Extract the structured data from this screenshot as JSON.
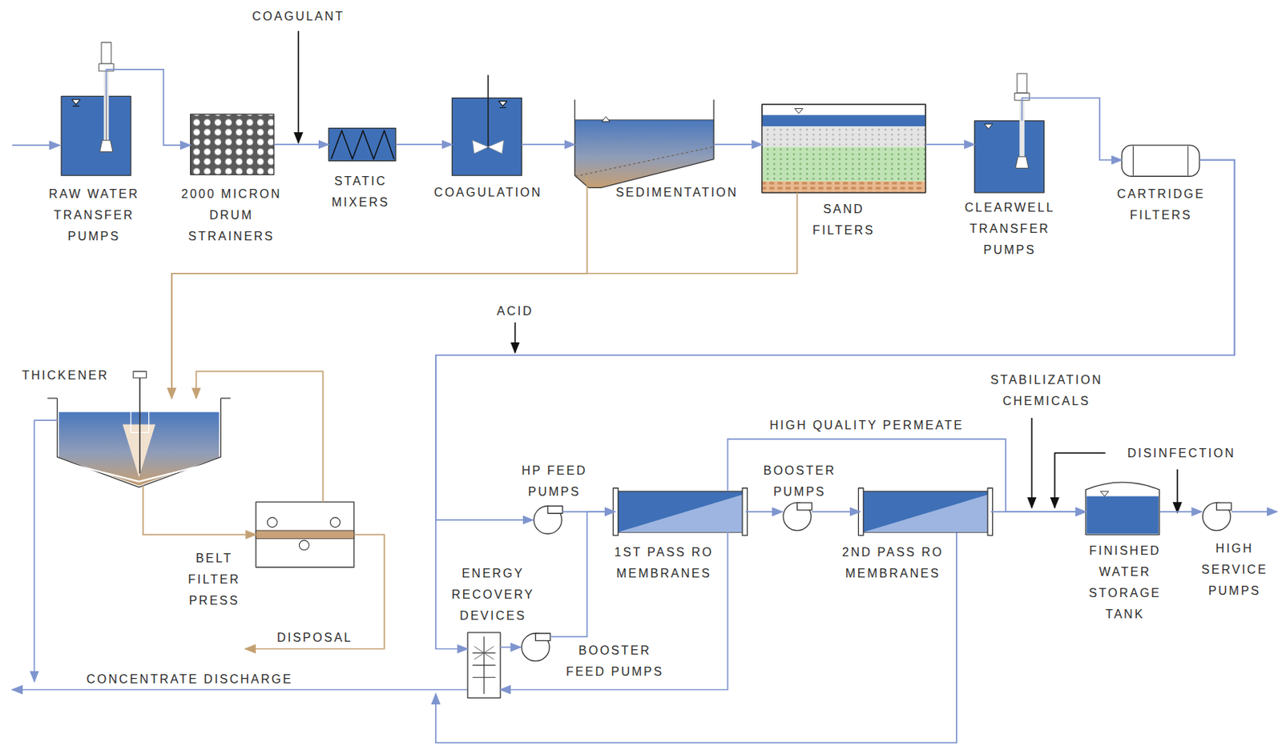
{
  "diagram": {
    "nodes": [
      {
        "text": [
          "RAW WATER TRANSFER PUMPS"
        ]
      },
      {
        "text": [
          "2000 MICRON DRUM STRAINERS"
        ]
      },
      {
        "text": [
          "STATIC MIXERS"
        ]
      },
      {
        "text": [
          "COAGULATION"
        ]
      },
      {
        "text": [
          "SEDIMENTATION"
        ]
      },
      {
        "text": [
          "SAND FILTERS"
        ]
      },
      {
        "text": [
          "CLEARWELL TRANSFER PUMPS"
        ]
      },
      {
        "text": [
          "CARTRIDGE FILTERS"
        ]
      },
      {
        "text": [
          "THICKENER"
        ]
      },
      {
        "text": [
          "BELT FILTER PRESS"
        ]
      },
      {
        "text": [
          "HP FEED PUMPS"
        ]
      },
      {
        "text": [
          "1ST PASS RO MEMBRANES"
        ]
      },
      {
        "text": [
          "BOOSTER PUMPS"
        ]
      },
      {
        "text": [
          "2ND PASS RO MEMBRANES"
        ]
      },
      {
        "text": [
          "FINISHED WATER STORAGE TANK"
        ]
      },
      {
        "text": [
          "HIGH SERVICE PUMPS"
        ]
      },
      {
        "text": [
          "ENERGY RECOVERY DEVICES"
        ]
      },
      {
        "text": [
          "BOOSTER FEED PUMPS"
        ]
      }
    ],
    "edges": [
      {
        "from": 0,
        "to": 1,
        "arrow": "to"
      },
      {
        "from": 1,
        "to": 2,
        "arrow": "to"
      },
      {
        "from": 2,
        "to": 3,
        "arrow": "to"
      },
      {
        "from": 3,
        "to": 4,
        "arrow": "to"
      },
      {
        "from": 4,
        "to": 5,
        "arrow": "to"
      },
      {
        "from": 5,
        "to": 6,
        "arrow": "to"
      },
      {
        "from": 6,
        "to": 7,
        "arrow": "to"
      },
      {
        "from": 4,
        "to": 8,
        "arrow": "to"
      },
      {
        "from": 5,
        "to": 8,
        "arrow": "to"
      },
      {
        "from": 8,
        "to": 9,
        "arrow": "to"
      },
      {
        "from": 9,
        "to": 8,
        "arrow": "to"
      },
      {
        "from": 7,
        "to": 10,
        "arrow": "to"
      },
      {
        "from": 7,
        "to": 16,
        "arrow": "to"
      },
      {
        "from": 10,
        "to": 11,
        "arrow": "to"
      },
      {
        "from": 16,
        "to": 17,
        "arrow": "to"
      },
      {
        "from": 17,
        "to": 11,
        "arrow": "to"
      },
      {
        "from": 11,
        "to": 12,
        "arrow": "to"
      },
      {
        "from": 12,
        "to": 13,
        "arrow": "to"
      },
      {
        "from": 11,
        "to": 14,
        "label": "HIGH QUALITY PERMEATE",
        "arrow": "to"
      },
      {
        "from": 13,
        "to": 14,
        "arrow": "to"
      },
      {
        "from": 14,
        "to": 15,
        "arrow": "to"
      },
      {
        "from": 11,
        "to": 16,
        "arrow": "to"
      }
    ],
    "labels": [
      "COAGULANT",
      "ACID",
      "STABILIZATION CHEMICALS",
      "DISINFECTION",
      "CONCENTRATE DISCHARGE",
      "DISPOSAL"
    ]
  }
}
